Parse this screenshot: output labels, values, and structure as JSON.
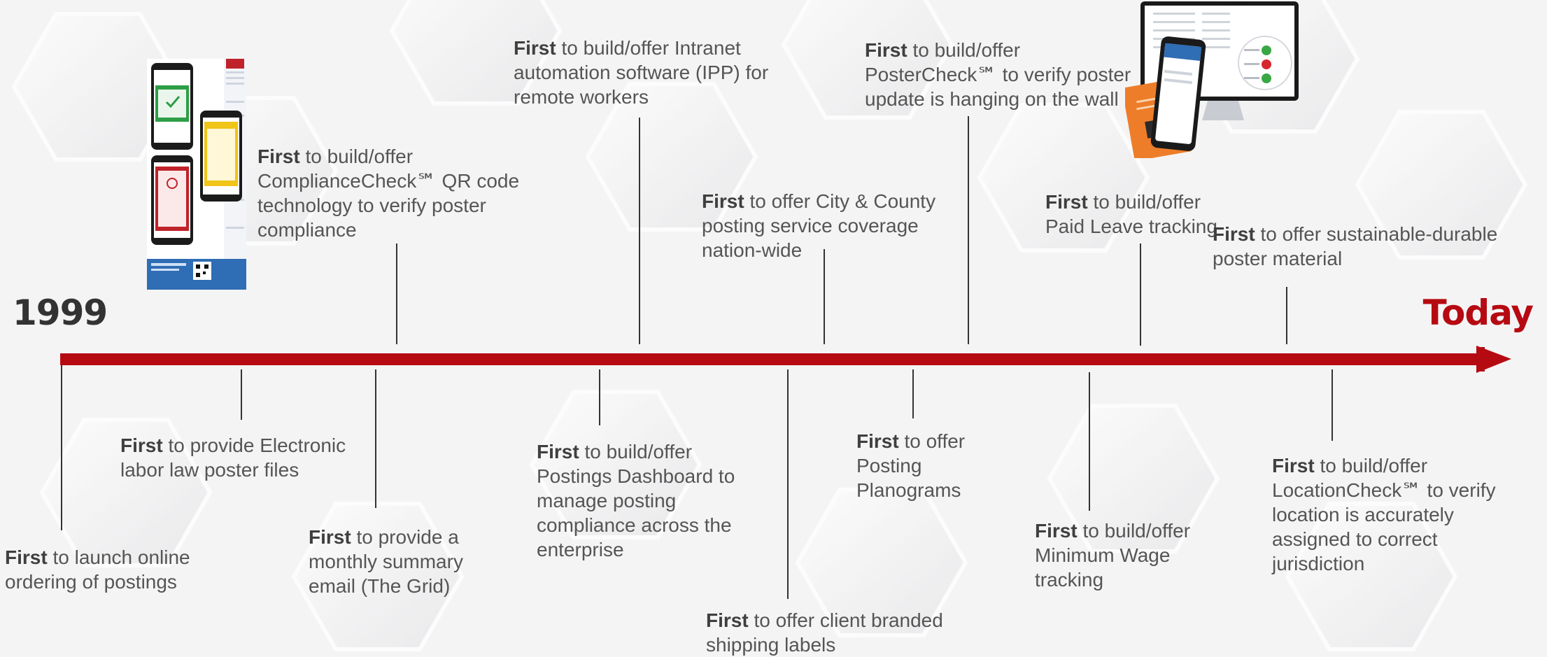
{
  "timeline": {
    "start_label": "1999",
    "end_label": "Today",
    "colors": {
      "arrow": "#b60a12",
      "text": "#555555",
      "connector": "#333333"
    }
  },
  "milestones": [
    {
      "id": "online-ordering",
      "lead": "First",
      "text": "to launch online ordering of postings"
    },
    {
      "id": "electronic-files",
      "lead": "First",
      "text": "to provide Electronic labor law poster files"
    },
    {
      "id": "compliancecheck",
      "lead": "First",
      "text": "to build/offer ComplianceCheck℠ QR code technology to verify poster compliance"
    },
    {
      "id": "monthly-summary",
      "lead": "First",
      "text": "to provide a monthly summary email (The Grid)"
    },
    {
      "id": "intranet",
      "lead": "First",
      "text": "to build/offer Intranet automation software (IPP) for remote workers"
    },
    {
      "id": "dashboard",
      "lead": "First",
      "text": "to build/offer Postings Dashboard to manage posting compliance across the enterprise"
    },
    {
      "id": "shipping-labels",
      "lead": "First",
      "text": "to offer client branded shipping labels"
    },
    {
      "id": "city-county",
      "lead": "First",
      "text": "to offer City & County posting service coverage nation-wide"
    },
    {
      "id": "planograms",
      "lead": "First",
      "text": "to offer Posting Planograms"
    },
    {
      "id": "postercheck",
      "lead": "First",
      "text": "to build/offer PosterCheck℠ to verify poster update is hanging on the wall"
    },
    {
      "id": "minimum-wage",
      "lead": "First",
      "text": "to build/offer Minimum Wage tracking"
    },
    {
      "id": "paid-leave",
      "lead": "First",
      "text": "to build/offer Paid Leave tracking"
    },
    {
      "id": "locationcheck",
      "lead": "First",
      "text": "to build/offer LocationCheck℠ to verify location is accurately assigned to correct jurisdiction"
    },
    {
      "id": "sustainable",
      "lead": "First",
      "text": "to offer sustainable-durable poster material"
    }
  ]
}
